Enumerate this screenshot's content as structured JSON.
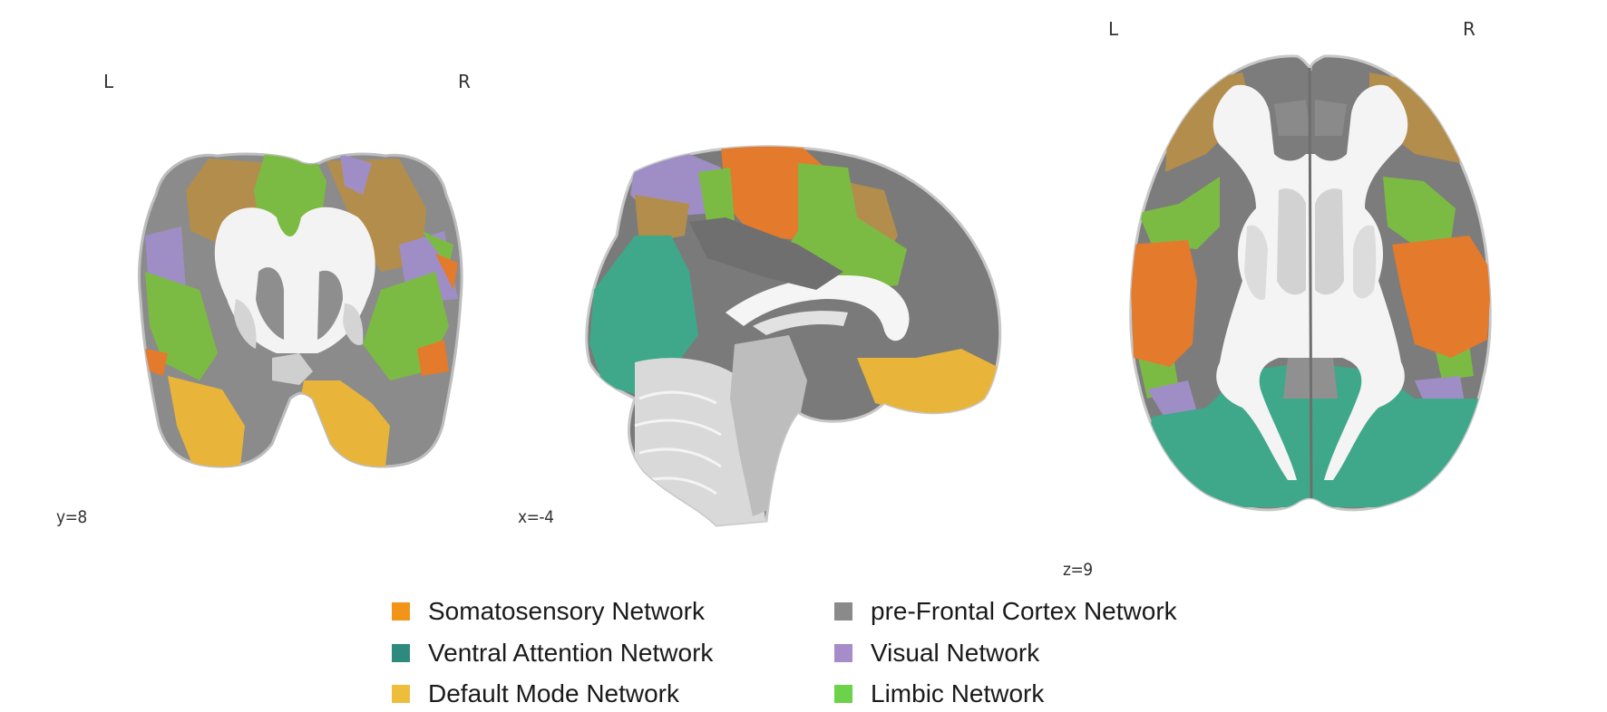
{
  "views": {
    "coronal": {
      "left_label": "L",
      "right_label": "R",
      "coord": "y=8"
    },
    "sagittal": {
      "coord": "x=-4"
    },
    "axial": {
      "left_label": "L",
      "right_label": "R",
      "coord": "z=9"
    }
  },
  "networks": {
    "somatosensory": {
      "color": "#e37a2c"
    },
    "ventral_attention": {
      "color": "#3fa88a"
    },
    "default_mode": {
      "color": "#e8b43a"
    },
    "prefrontal": {
      "color": "#7a7a7a"
    },
    "visual": {
      "color": "#9e8ac8"
    },
    "limbic": {
      "color": "#78bd3e"
    },
    "frontoparietal_extra": {
      "color": "#b8924a"
    }
  },
  "legend": [
    {
      "label": "Somatosensory Network",
      "color": "#f29418"
    },
    {
      "label": "Ventral Attention Network",
      "color": "#2e8a7c"
    },
    {
      "label": "Default Mode Network",
      "color": "#efbd3c"
    },
    {
      "label": "pre-Frontal Cortex Network",
      "color": "#8a8a8a"
    },
    {
      "label": "Visual Network",
      "color": "#a68cc8"
    },
    {
      "label": "Limbic Network",
      "color": "#6bd24a"
    }
  ]
}
